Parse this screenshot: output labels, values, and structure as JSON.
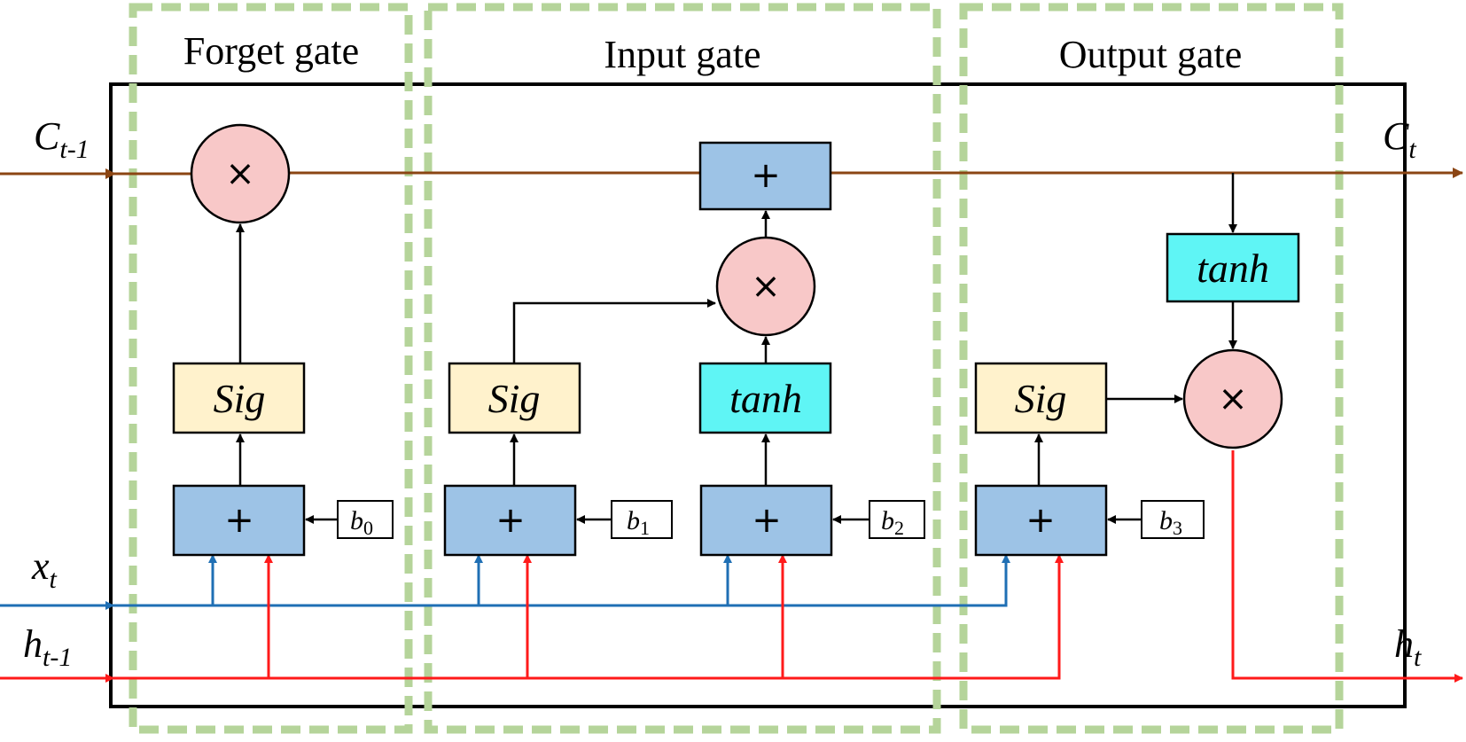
{
  "gates": {
    "forget": "Forget gate",
    "input": "Input gate",
    "output": "Output gate"
  },
  "ops": {
    "plus": "+",
    "times": "×"
  },
  "labels": {
    "sig": "Sig",
    "tanh": "tanh",
    "c_base": "C",
    "c_prev_sub": "t-1",
    "c_next_sub": "t",
    "x_base": "x",
    "x_sub": "t",
    "h_base": "h",
    "h_prev_sub": "t-1",
    "h_next_sub": "t",
    "b_base": "b",
    "b0_sub": "0",
    "b1_sub": "1",
    "b2_sub": "2",
    "b3_sub": "3"
  },
  "colors": {
    "cell_state_line": "#8B4513",
    "x_line": "#1f6fb4",
    "h_line": "#ff1a1a",
    "sum_box": "#9dc3e6",
    "sig_box": "#fff2cc",
    "tanh_box": "#5ff5f5",
    "mult_circle": "#f8c8c8",
    "gate_border": "#b5d49a"
  }
}
